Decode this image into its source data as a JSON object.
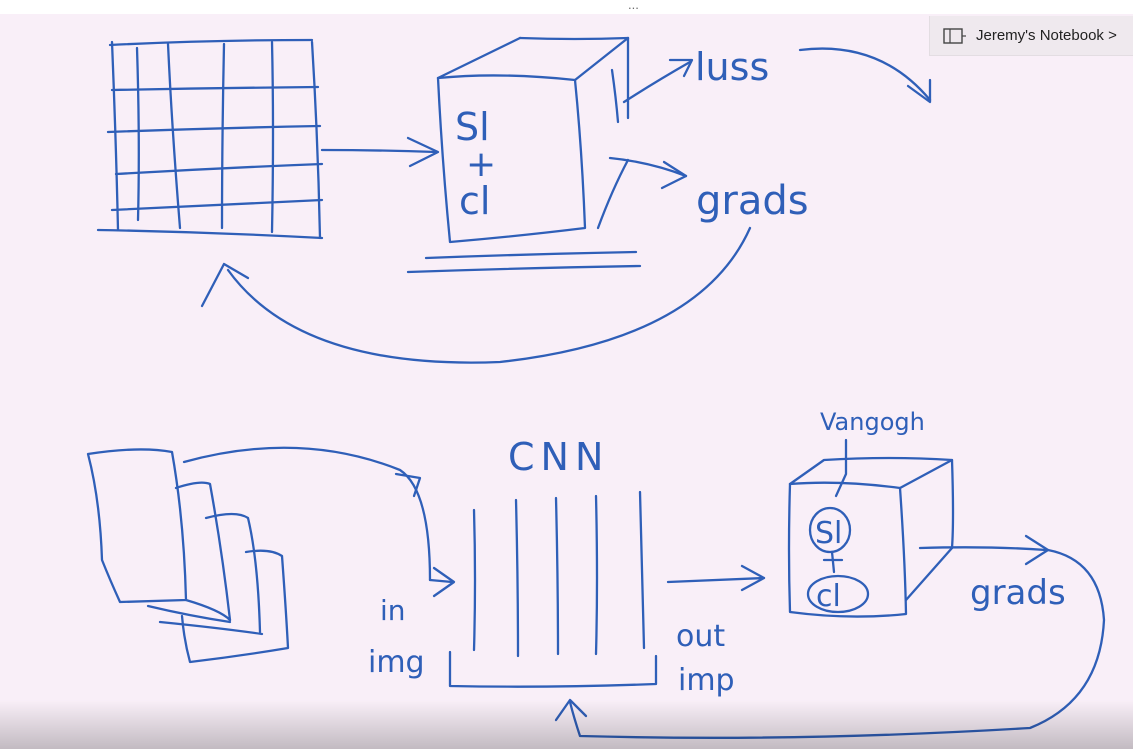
{
  "header": {
    "dots": "..."
  },
  "notebook": {
    "label": "Jeremy's Notebook >",
    "icon": "notebook-icon"
  },
  "ink_text": {
    "sl_top": "Sl",
    "plus_top": "+",
    "cl_top": "cl",
    "loss": "luss",
    "grads_top": "grads",
    "cnn": "CNN",
    "vangogh": "Vangogh",
    "sl_bottom": "Sl",
    "cl_bottom": "cl",
    "grads_bottom": "grads",
    "in": "in",
    "img": "img",
    "out": "out",
    "imp": "imp"
  },
  "colors": {
    "ink": "#2f5fb8",
    "background": "#f9eff8",
    "button_bg": "#efe9ee"
  }
}
